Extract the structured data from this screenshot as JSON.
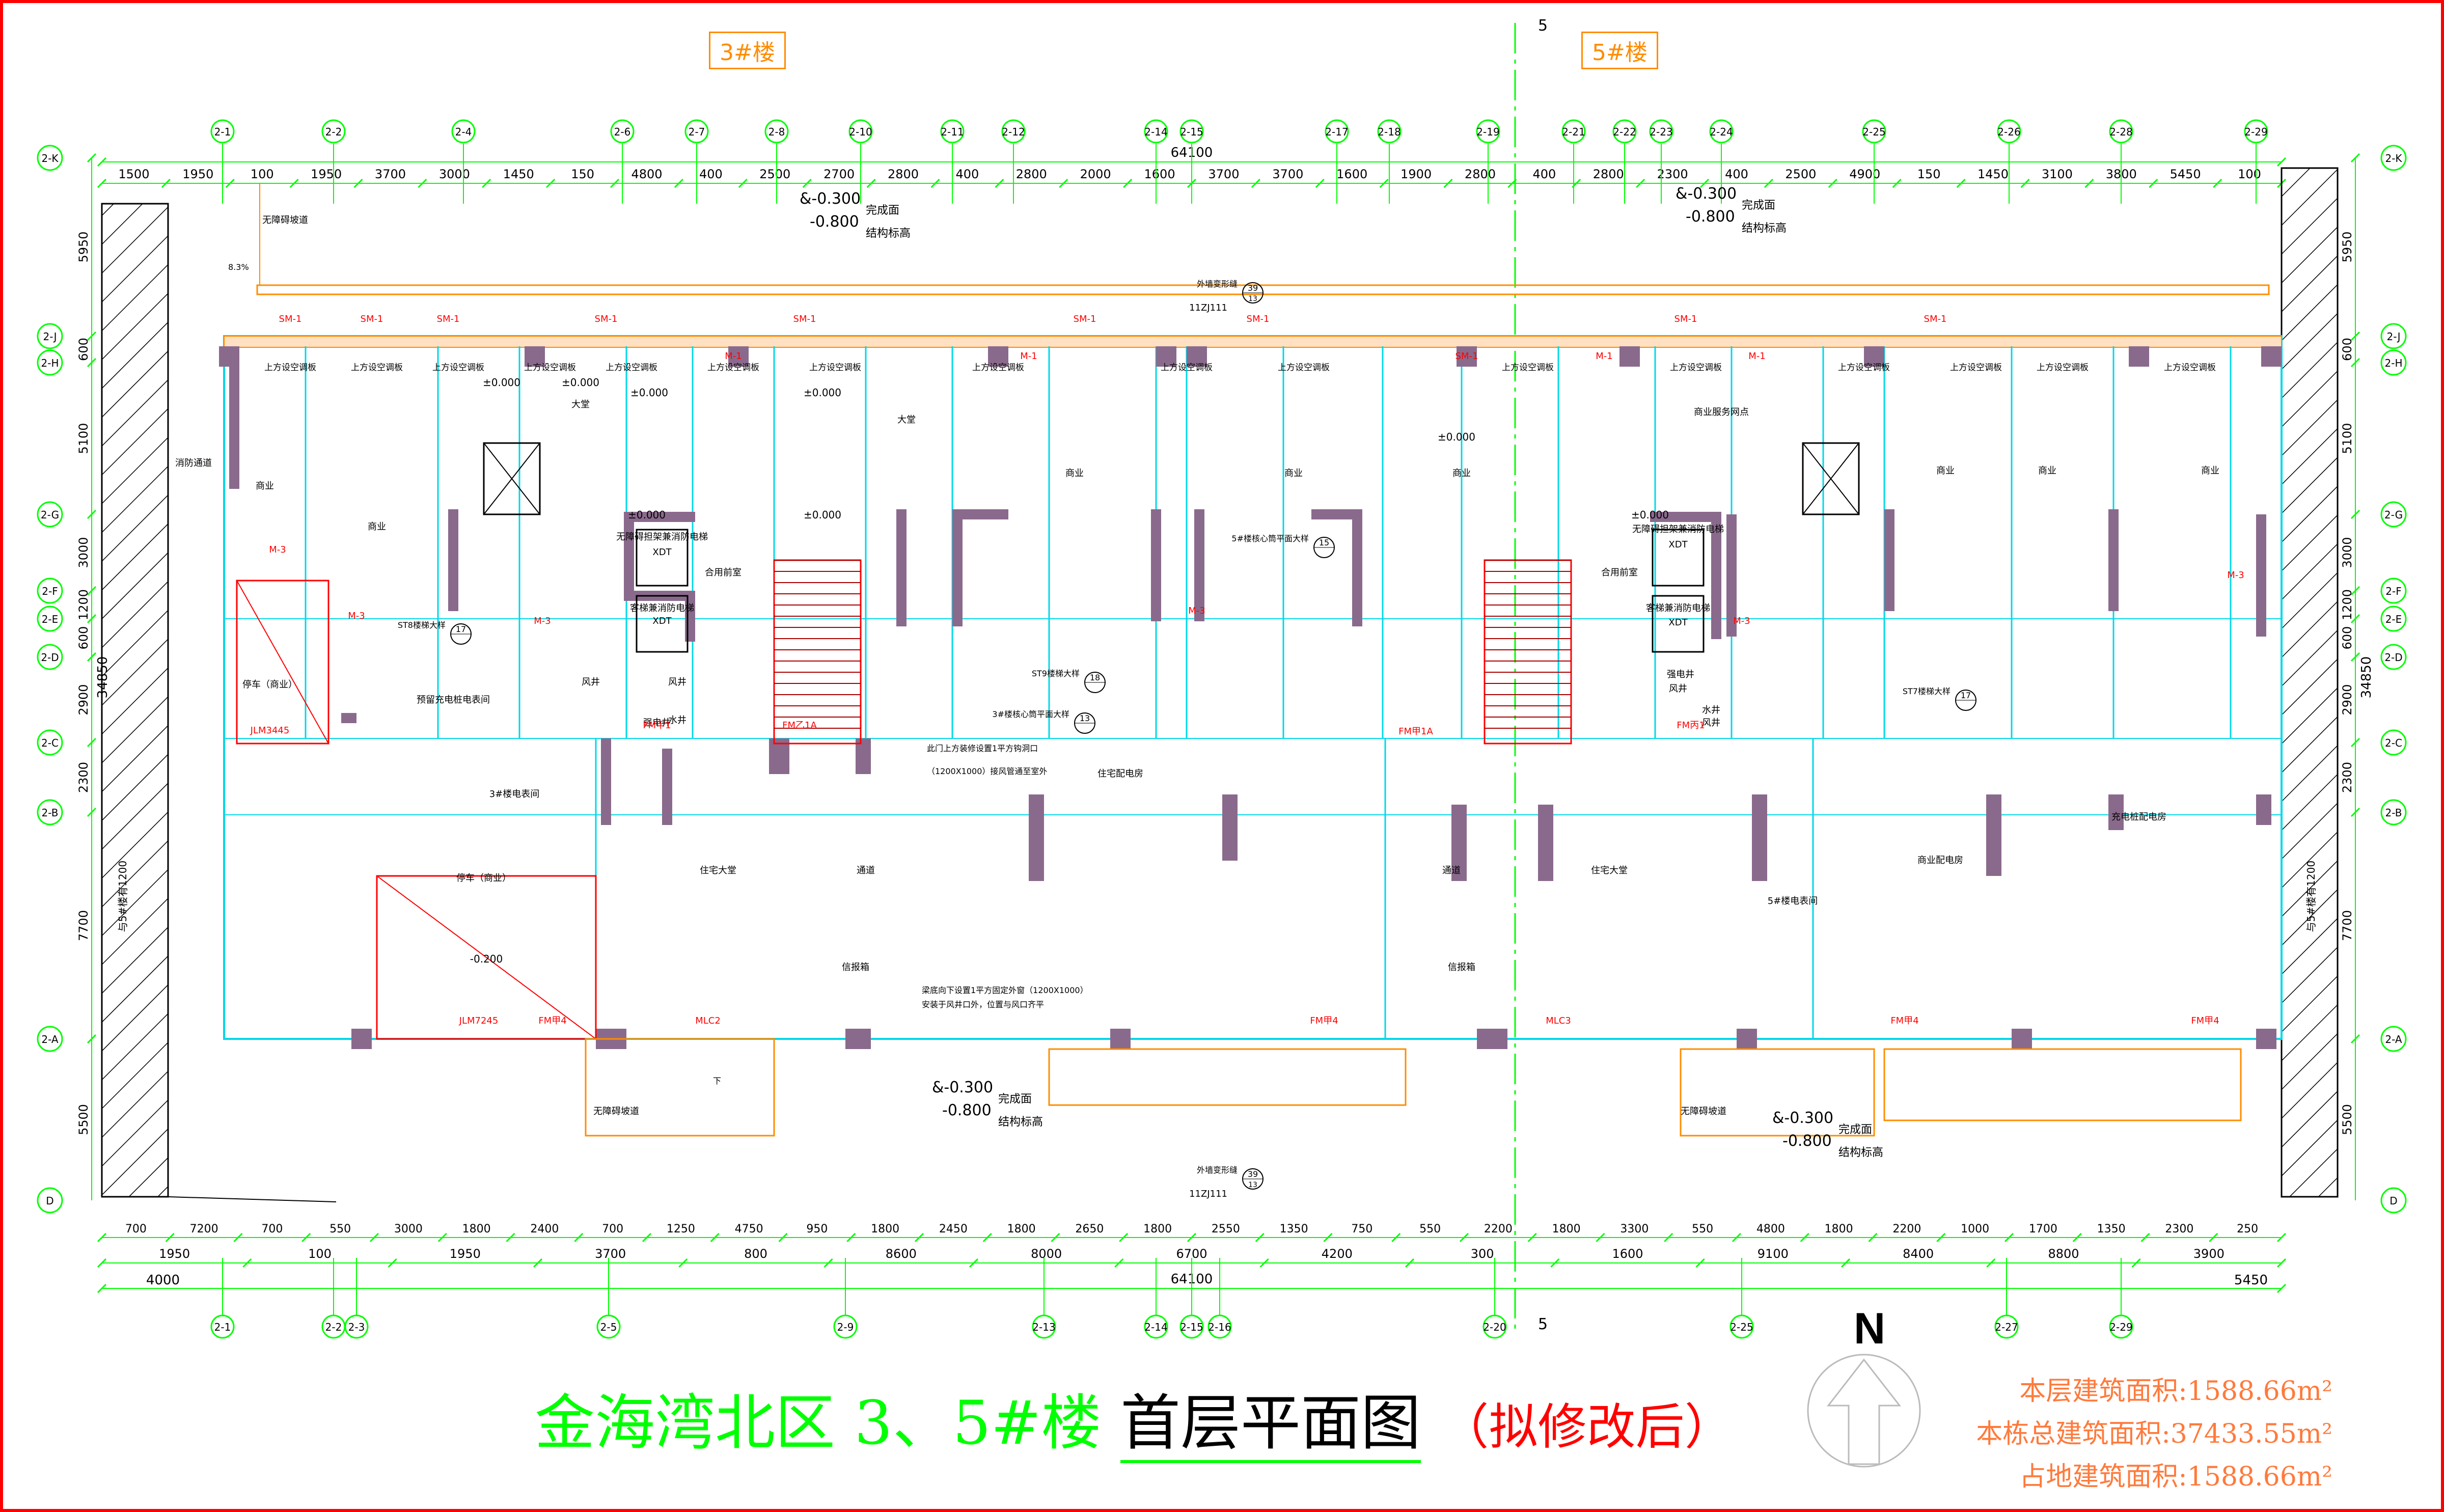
{
  "title": {
    "main": "金海湾北区 3、5#楼",
    "plan": "首层平面图",
    "note": "（拟修改后）"
  },
  "building_tags": {
    "left": "3#楼",
    "right": "5#楼"
  },
  "north_label": "N",
  "stats": {
    "floor_area": "本层建筑面积:1588.66m²",
    "total_area": "本栋总建筑面积:37433.55m²",
    "site_area": "占地建筑面积:1588.66m²"
  },
  "axis_line_label": "5",
  "top_axes": [
    "2-1",
    "2-2",
    "2-4",
    "2-6",
    "2-7",
    "2-8",
    "2-10",
    "2-11",
    "2-12",
    "2-14",
    "2-15",
    "2-17",
    "2-18",
    "2-19",
    "2-21",
    "2-22",
    "2-23",
    "2-24",
    "2-25",
    "2-26",
    "2-28",
    "2-29"
  ],
  "bottom_axes": [
    "2-1",
    "2-2",
    "2-3",
    "2-5",
    "2-9",
    "2-13",
    "2-14",
    "2-15",
    "2-16",
    "2-20",
    "2-25",
    "2-27",
    "2-29"
  ],
  "left_axes": [
    "2-K",
    "2-J",
    "2-H",
    "2-G",
    "2-F",
    "2-E",
    "2-D",
    "2-C",
    "2-B",
    "2-A",
    "D"
  ],
  "right_axes": [
    "2-K",
    "2-J",
    "2-H",
    "2-G",
    "2-F",
    "2-E",
    "2-D",
    "2-C",
    "2-B",
    "2-A",
    "D"
  ],
  "dims": {
    "top_overall": "64100",
    "bottom_overall": "64100",
    "top_row": [
      "1500",
      "1950",
      "100",
      "1950",
      "3700",
      "3000",
      "1450",
      "150",
      "4800",
      "400",
      "2500",
      "2700",
      "2800",
      "400",
      "2800",
      "2000",
      "1600",
      "3700",
      "3700",
      "1600",
      "1900",
      "2800",
      "400",
      "2800",
      "2300",
      "400",
      "2500",
      "4900",
      "150",
      "1450",
      "3100",
      "3800",
      "5450",
      "100"
    ],
    "bottom_row1": [
      "700",
      "7200",
      "700",
      "550",
      "3000",
      "1800",
      "2400",
      "700",
      "1250",
      "4750",
      "950",
      "1800",
      "2450",
      "1800",
      "2650",
      "1800",
      "2550",
      "1350",
      "750",
      "550",
      "2200",
      "1800",
      "3300",
      "550",
      "4800",
      "1800",
      "2200",
      "1000",
      "1700",
      "1350",
      "2300",
      "250"
    ],
    "bottom_row2": [
      "1950",
      "100",
      "1950",
      "3700",
      "800",
      "8600",
      "8000",
      "6700",
      "4200",
      "300",
      "1600",
      "9100",
      "8400",
      "8800",
      "3900"
    ],
    "bottom_row3": [
      "4000",
      "5450"
    ],
    "left_col": [
      "5950",
      "600",
      "5100",
      "3000",
      "1200",
      "600",
      "2900",
      "2300",
      "7700",
      "5500",
      "34850"
    ],
    "right_col": [
      "5950",
      "600",
      "5100",
      "3000",
      "1200",
      "600",
      "2900",
      "2300",
      "7700",
      "5500",
      "34850"
    ]
  },
  "rooms": [
    {
      "text": "商业"
    },
    {
      "text": "商业"
    },
    {
      "text": "商业"
    },
    {
      "text": "商业"
    },
    {
      "text": "商业"
    },
    {
      "text": "商业"
    },
    {
      "text": "商业"
    },
    {
      "text": "商业"
    },
    {
      "text": "大堂"
    },
    {
      "text": "大堂"
    },
    {
      "text": "商业服务网点"
    },
    {
      "text": "消防通道"
    },
    {
      "text": "停车（商业）"
    },
    {
      "text": "停车（商业）"
    },
    {
      "text": "3#楼电表间"
    },
    {
      "text": "5#楼电表间"
    },
    {
      "text": "住宅大堂"
    },
    {
      "text": "住宅大堂"
    },
    {
      "text": "住宅配电房"
    },
    {
      "text": "充电桩配电房"
    },
    {
      "text": "商业配电房"
    },
    {
      "text": "通道"
    },
    {
      "text": "通道"
    },
    {
      "text": "信报箱"
    },
    {
      "text": "信报箱"
    },
    {
      "text": "合用前室"
    },
    {
      "text": "合用前室"
    },
    {
      "text": "无障碍坡道"
    },
    {
      "text": "无障碍坡道"
    },
    {
      "text": "无障碍坡道"
    },
    {
      "text": "预留充电桩电表间"
    },
    {
      "text": "无障碍担架兼消防电梯"
    },
    {
      "text": "客梯兼消防电梯"
    },
    {
      "text": "无障碍担架兼消防电梯"
    },
    {
      "text": "客梯兼消防电梯"
    },
    {
      "text": "XDT"
    },
    {
      "text": "XDT"
    },
    {
      "text": "XDT"
    },
    {
      "text": "XDT"
    },
    {
      "text": "风井"
    },
    {
      "text": "风井"
    },
    {
      "text": "风井"
    },
    {
      "text": "风井"
    },
    {
      "text": "水井"
    },
    {
      "text": "水井"
    },
    {
      "text": "强电井"
    },
    {
      "text": "强电井"
    }
  ],
  "elevations": [
    {
      "text": "±0.000"
    },
    {
      "text": "±0.000"
    },
    {
      "text": "±0.000"
    },
    {
      "text": "±0.000"
    },
    {
      "text": "±0.000"
    },
    {
      "text": "±0.000"
    },
    {
      "text": "±0.000"
    },
    {
      "text": "±0.000"
    },
    {
      "text": "-0.200"
    }
  ],
  "level_notes": [
    {
      "a": "&-0.300",
      "b": "完成面",
      "c": "-0.800",
      "d": "结构标高"
    },
    {
      "a": "&-0.300",
      "b": "完成面",
      "c": "-0.800",
      "d": "结构标高"
    },
    {
      "a": "&-0.300",
      "b": "完成面",
      "c": "-0.800",
      "d": "结构标高"
    },
    {
      "a": "&-0.300",
      "b": "完成面",
      "c": "-0.800",
      "d": "结构标高"
    }
  ],
  "door_tags": [
    "SM-1",
    "SM-1",
    "SM-1",
    "SM-1",
    "SM-1",
    "SM-1",
    "SM-1",
    "SM-1",
    "SM-1",
    "SM-1",
    "M-1",
    "M-1",
    "M-1",
    "M-1",
    "M-3",
    "M-3",
    "M-3",
    "M-3",
    "M-3",
    "M-3",
    "FM甲1",
    "FM乙1A",
    "FM甲1A",
    "FM丙1",
    "FM甲4",
    "FM甲4",
    "FM甲4",
    "FM甲4",
    "JLM3445",
    "JLM7245",
    "MLC2",
    "MLC3"
  ],
  "ac_label": "上方设空调板",
  "callouts": [
    {
      "num": "39",
      "sub": "13",
      "ref": "11ZJ111",
      "text": "外墙变形缝"
    },
    {
      "num": "39",
      "sub": "13",
      "ref": "11ZJ111",
      "text": "外墙变形缝"
    },
    {
      "num": "17",
      "text": "ST8楼梯大样"
    },
    {
      "num": "18",
      "text": "ST9楼梯大样"
    },
    {
      "num": "13",
      "text": "3#楼核心筒平面大样"
    },
    {
      "num": "15",
      "text": "5#楼核心筒平面大样"
    },
    {
      "num": "17",
      "text": "ST7楼梯大样"
    }
  ],
  "notes": [
    "此门上方装修设置1平方钩洞口",
    "（1200X1000）接风管通至室外",
    "梁底向下设置1平方固定外窗（1200X1000）",
    "安装于风井口外，位置与风口齐平",
    "8.3%",
    "下"
  ],
  "side_wall_label": "与5#楼有1200",
  "colors": {
    "wall": "#8a6a8c",
    "cyan": "#00d8e8",
    "green": "#00ff00",
    "orange": "#ff8c00",
    "red": "#ff0000",
    "black": "#000000"
  }
}
